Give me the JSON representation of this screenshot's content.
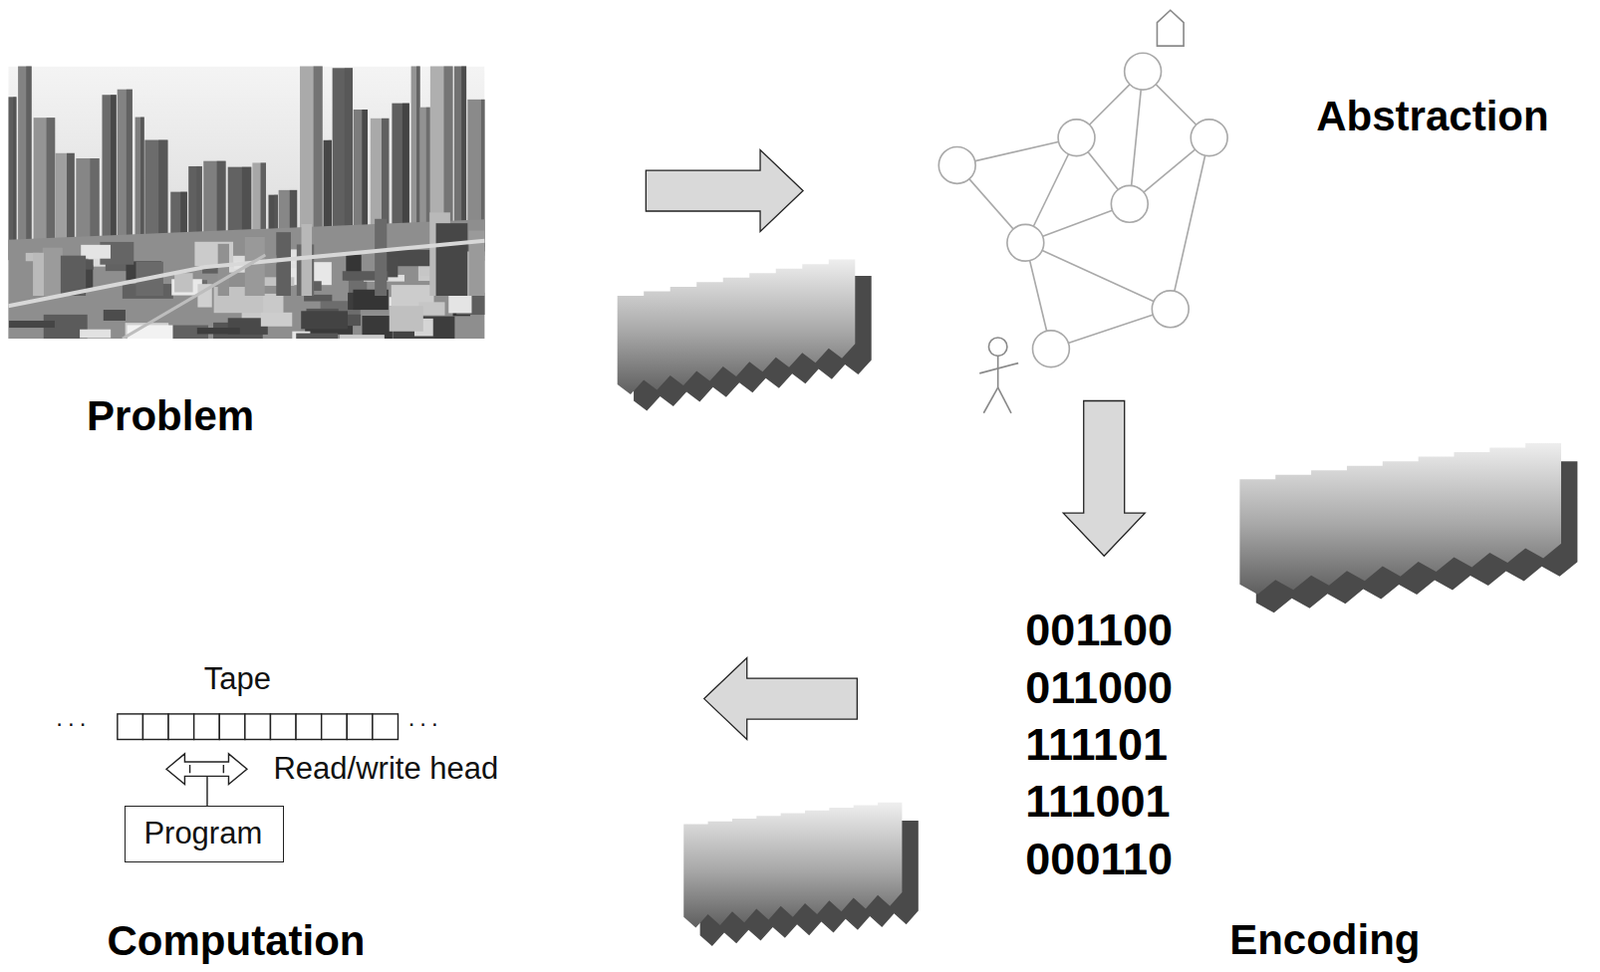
{
  "diagram": {
    "nodes": [
      {
        "text": [
          "Problem"
        ]
      },
      {
        "text": [
          "Abstraction"
        ]
      },
      {
        "text": [
          "Encoding"
        ]
      },
      {
        "text": [
          "Computation"
        ]
      },
      {
        "text": [
          "Program"
        ],
        "in": 3
      }
    ],
    "edges": [
      {
        "from": 0,
        "to": 1,
        "arrow": "to"
      },
      {
        "from": 1,
        "to": 2,
        "arrow": "to"
      },
      {
        "from": 2,
        "to": 3,
        "arrow": "to"
      }
    ],
    "labels": [
      "Tape",
      "...",
      "...",
      "Read/write head",
      "001100",
      "011000",
      "111101",
      "111001",
      "000110"
    ]
  }
}
